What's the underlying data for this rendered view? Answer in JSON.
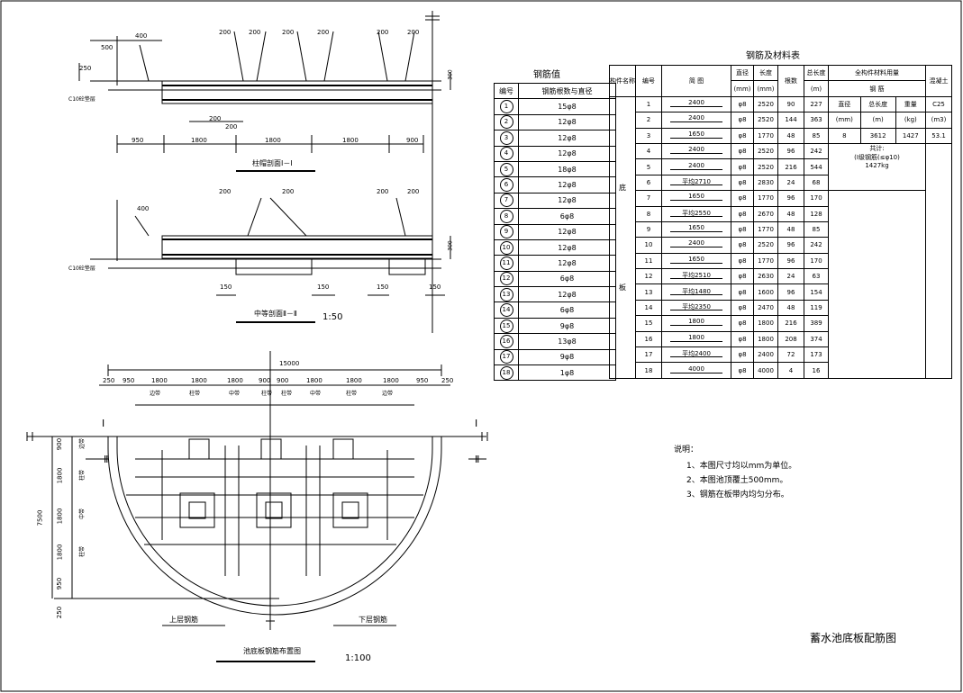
{
  "drawing_title": "蓄水池底板配筋图",
  "section1": {
    "title": "柱帽剖面Ⅰ－Ⅰ",
    "c10_label": "C10砼垫层",
    "top_dims": [
      "500",
      "400",
      "200",
      "200",
      "200",
      "200",
      "200",
      "200"
    ],
    "left_dim": "250",
    "right_dim": "300",
    "bottom_dims": [
      "950",
      "1800",
      "1800",
      "1800",
      "900"
    ],
    "inner_dims": [
      "200",
      "200"
    ]
  },
  "section2": {
    "title": "中等剖面Ⅱ－Ⅱ",
    "scale": "1:50",
    "c10_label": "C10砼垫层",
    "top_dims": [
      "400",
      "200",
      "200",
      "200",
      "200"
    ],
    "right_dim": "300",
    "bottom_dims": [
      "150",
      "150",
      "150",
      "150"
    ]
  },
  "plan": {
    "title": "池底板钢筋布置图",
    "scale": "1:100",
    "total_dim": "15000",
    "top_dims": [
      "250",
      "950",
      "1800",
      "1800",
      "1800",
      "900",
      "900",
      "1800",
      "1800",
      "1800",
      "950",
      "250"
    ],
    "strip_labels": [
      "边带",
      "柱带",
      "中带",
      "柱带",
      "柱带",
      "中带",
      "柱带",
      "边带"
    ],
    "left_dims": [
      "900",
      "1800",
      "1800",
      "1800",
      "950",
      "250"
    ],
    "left_total": "7500",
    "left_strip_labels": [
      "边带",
      "柱带",
      "中带",
      "柱带"
    ],
    "upper_label": "上层钢筋",
    "lower_label": "下层钢筋",
    "mark_I": "Ⅰ",
    "mark_II": "Ⅱ"
  },
  "rebar_table": {
    "title": "钢筋值",
    "col_no": "编号",
    "col_spec": "钢筋根数与直径",
    "rows": [
      {
        "no": "1",
        "spec": "15φ8"
      },
      {
        "no": "2",
        "spec": "12φ8"
      },
      {
        "no": "3",
        "spec": "12φ8"
      },
      {
        "no": "4",
        "spec": "12φ8"
      },
      {
        "no": "5",
        "spec": "18φ8"
      },
      {
        "no": "6",
        "spec": "12φ8"
      },
      {
        "no": "7",
        "spec": "12φ8"
      },
      {
        "no": "8",
        "spec": "6φ8"
      },
      {
        "no": "9",
        "spec": "12φ8"
      },
      {
        "no": "10",
        "spec": "12φ8"
      },
      {
        "no": "11",
        "spec": "12φ8"
      },
      {
        "no": "12",
        "spec": "6φ8"
      },
      {
        "no": "13",
        "spec": "12φ8"
      },
      {
        "no": "14",
        "spec": "6φ8"
      },
      {
        "no": "15",
        "spec": "9φ8"
      },
      {
        "no": "16",
        "spec": "13φ8"
      },
      {
        "no": "17",
        "spec": "9φ8"
      },
      {
        "no": "18",
        "spec": "1φ8"
      }
    ]
  },
  "material_table": {
    "title": "钢筋及材料表",
    "h_component": "构件名称",
    "h_no": "编号",
    "h_shape": "简  图",
    "h_dia": "直径",
    "h_dia_unit": "(mm)",
    "h_len": "长度",
    "h_len_unit": "(mm)",
    "h_count": "根数",
    "h_total": "总长度",
    "h_total_unit": "(m)",
    "h_summary": "全构件材料用量",
    "h_rebar": "钢  筋",
    "h_concrete": "混凝土",
    "h_sum_dia": "直径",
    "h_sum_dia_unit": "(mm)",
    "h_sum_len": "总长度",
    "h_sum_len_unit": "(m)",
    "h_weight": "重量",
    "h_weight_unit": "(kg)",
    "concrete_grade": "C25",
    "concrete_unit": "(m3)",
    "sum_dia": "8",
    "sum_len": "3612",
    "sum_weight": "1427",
    "concrete_vol": "53.1",
    "total_label": "共计:",
    "total_note": "(Ⅰ级钢筋(≤φ10)",
    "total_weight": "1427kg",
    "component_1": "底",
    "component_2": "板",
    "rows": [
      {
        "no": "1",
        "shape": "2400",
        "dia": "φ8",
        "len": "2520",
        "count": "90",
        "total": "227"
      },
      {
        "no": "2",
        "shape": "2400",
        "dia": "φ8",
        "len": "2520",
        "count": "144",
        "total": "363"
      },
      {
        "no": "3",
        "shape": "1650",
        "dia": "φ8",
        "len": "1770",
        "count": "48",
        "total": "85"
      },
      {
        "no": "4",
        "shape": "2400",
        "dia": "φ8",
        "len": "2520",
        "count": "96",
        "total": "242"
      },
      {
        "no": "5",
        "shape": "2400",
        "dia": "φ8",
        "len": "2520",
        "count": "216",
        "total": "544"
      },
      {
        "no": "6",
        "shape": "平均2710",
        "dia": "φ8",
        "len": "2830",
        "count": "24",
        "total": "68"
      },
      {
        "no": "7",
        "shape": "1650",
        "dia": "φ8",
        "len": "1770",
        "count": "96",
        "total": "170"
      },
      {
        "no": "8",
        "shape": "平均2550",
        "dia": "φ8",
        "len": "2670",
        "count": "48",
        "total": "128"
      },
      {
        "no": "9",
        "shape": "1650",
        "dia": "φ8",
        "len": "1770",
        "count": "48",
        "total": "85"
      },
      {
        "no": "10",
        "shape": "2400",
        "dia": "φ8",
        "len": "2520",
        "count": "96",
        "total": "242"
      },
      {
        "no": "11",
        "shape": "1650",
        "dia": "φ8",
        "len": "1770",
        "count": "96",
        "total": "170"
      },
      {
        "no": "12",
        "shape": "平均2510",
        "dia": "φ8",
        "len": "2630",
        "count": "24",
        "total": "63"
      },
      {
        "no": "13",
        "shape": "平均1480",
        "dia": "φ8",
        "len": "1600",
        "count": "96",
        "total": "154"
      },
      {
        "no": "14",
        "shape": "平均2350",
        "dia": "φ8",
        "len": "2470",
        "count": "48",
        "total": "119"
      },
      {
        "no": "15",
        "shape": "1800",
        "dia": "φ8",
        "len": "1800",
        "count": "216",
        "total": "389"
      },
      {
        "no": "16",
        "shape": "1800",
        "dia": "φ8",
        "len": "1800",
        "count": "208",
        "total": "374"
      },
      {
        "no": "17",
        "shape": "平均2400",
        "dia": "φ8",
        "len": "2400",
        "count": "72",
        "total": "173"
      },
      {
        "no": "18",
        "shape": "4000",
        "dia": "φ8",
        "len": "4000",
        "count": "4",
        "total": "16"
      }
    ]
  },
  "notes": {
    "title": "说明：",
    "items": [
      "1、本图尺寸均以mm为单位。",
      "2、本图池顶覆土500mm。",
      "3、钢筋在板带内均匀分布。"
    ]
  }
}
